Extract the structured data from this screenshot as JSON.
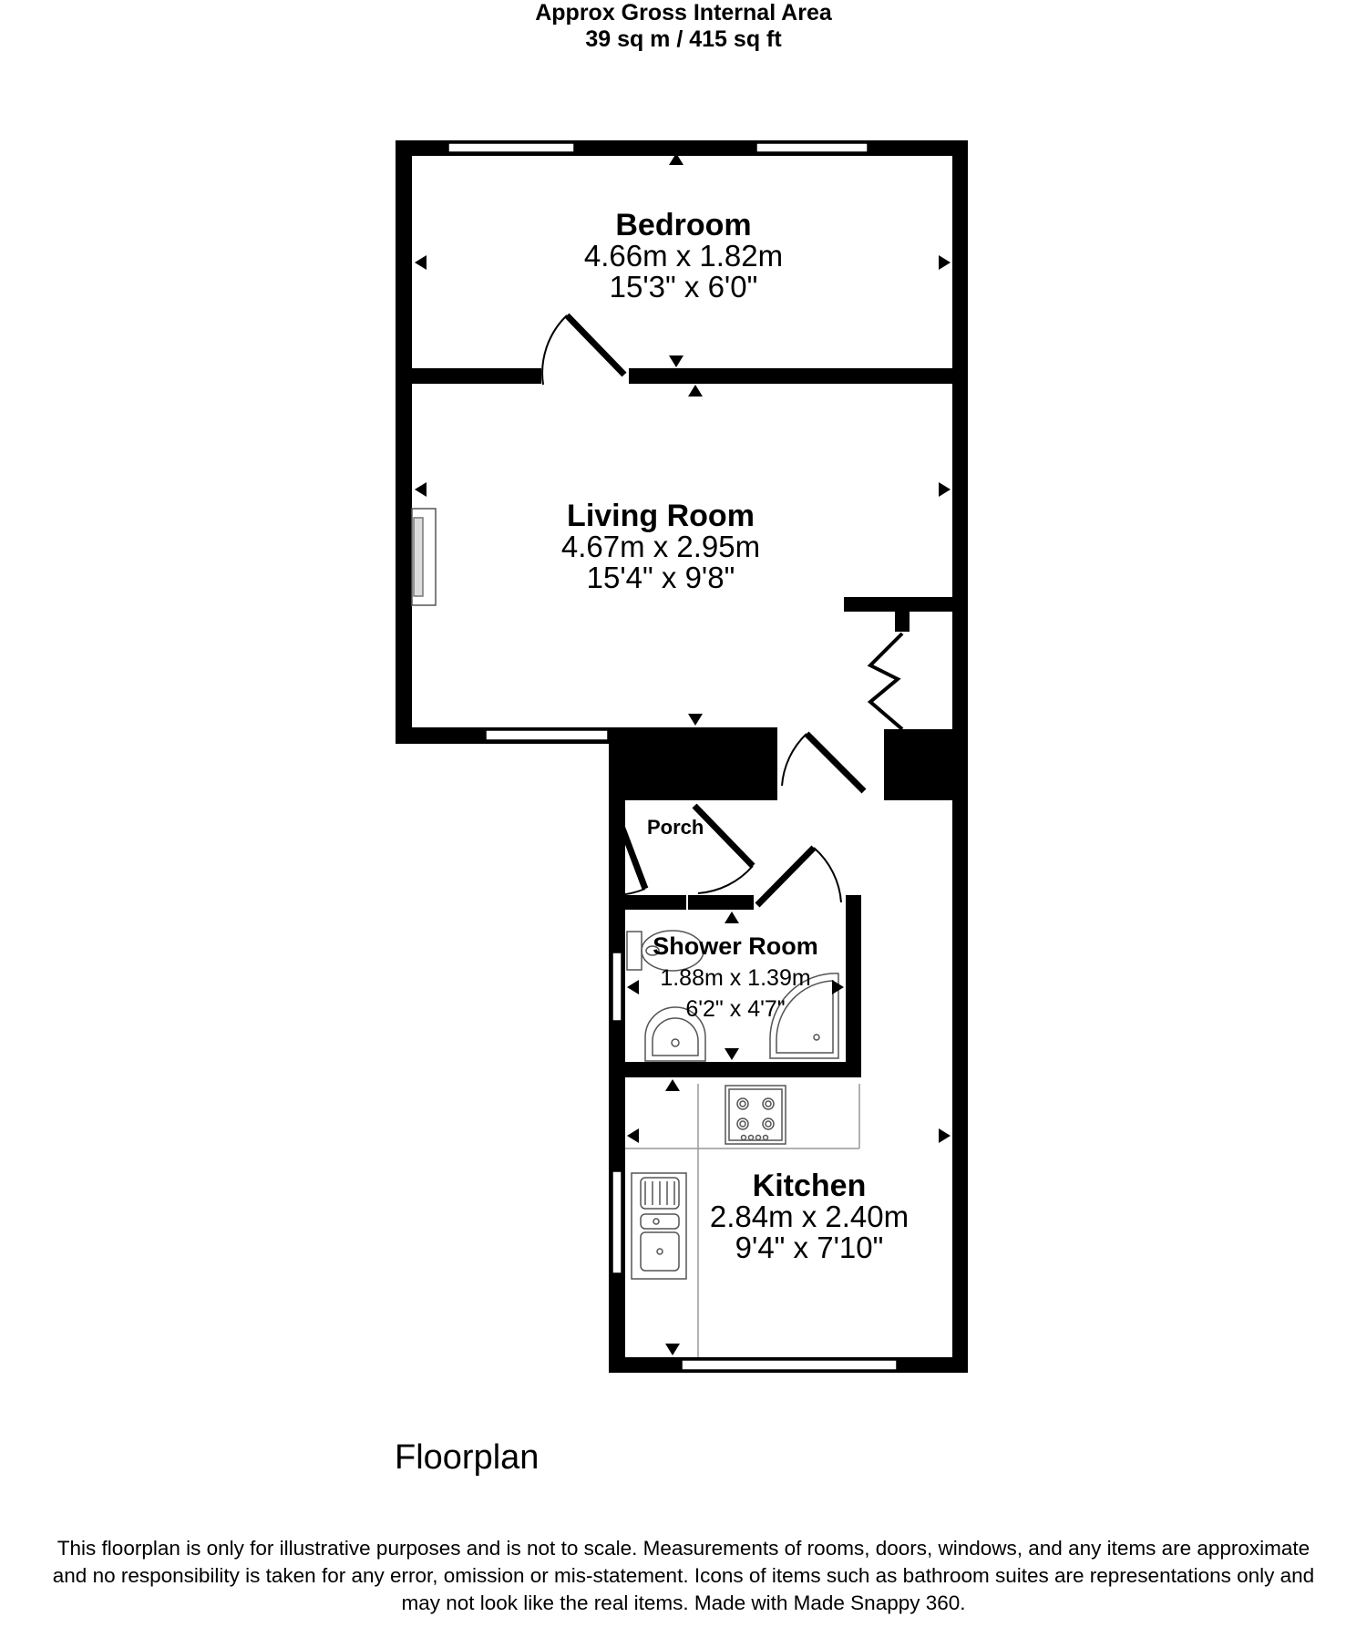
{
  "header": {
    "area_title": "Approx Gross Internal Area",
    "area_value": "39 sq m / 415 sq ft"
  },
  "rooms": {
    "bedroom": {
      "name": "Bedroom",
      "metric": "4.66m x 1.82m",
      "imperial": "15'3\" x 6'0\""
    },
    "living": {
      "name": "Living Room",
      "metric": "4.67m x 2.95m",
      "imperial": "15'4\" x 9'8\""
    },
    "porch": {
      "name": "Porch"
    },
    "shower": {
      "name": "Shower Room",
      "metric": "1.88m x 1.39m",
      "imperial": "6'2\" x 4'7\""
    },
    "kitchen": {
      "name": "Kitchen",
      "metric": "2.84m x 2.40m",
      "imperial": "9'4\" x 7'10\""
    }
  },
  "floor_label": "Floorplan",
  "disclaimer": [
    "This floorplan is only for illustrative purposes and is not to scale. Measurements of rooms, doors, windows, and any items are approximate",
    "and no responsibility is taken for any error, omission or mis-statement. Icons of items such as bathroom suites are representations only and",
    "may not look like the real items. Made with Made Snappy 360."
  ]
}
